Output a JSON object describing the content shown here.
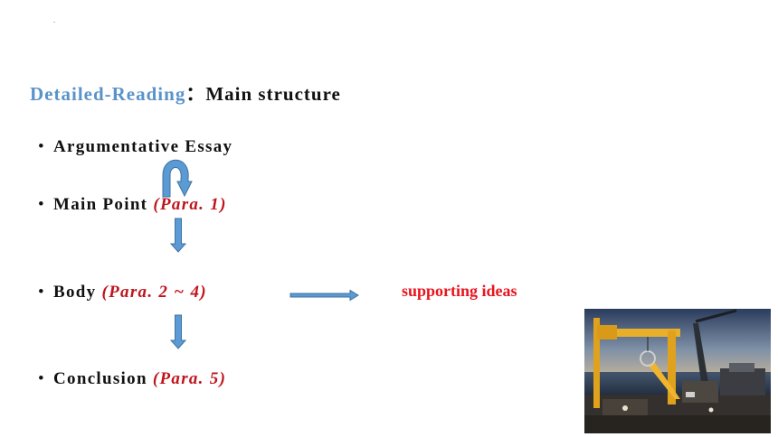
{
  "heading": {
    "highlight": "Detailed-Reading",
    "separator": "：",
    "rest": "Main structure"
  },
  "small_mark": ".",
  "bullet_glyph": "•",
  "items": [
    {
      "label": "Argumentative Essay",
      "para": ""
    },
    {
      "label": "Main Point ",
      "para": "(Para. 1)"
    },
    {
      "label": "Body ",
      "para": "(Para. 2 ~ 4)"
    },
    {
      "label": "Conclusion ",
      "para": "(Para. 5)"
    }
  ],
  "supporting_label": "supporting ideas",
  "colors": {
    "heading_highlight": "#5b93c9",
    "para_ref": "#c0141c",
    "supporting": "#e8141e",
    "arrow_fill": "#5b9bd5",
    "arrow_stroke": "#41719c"
  },
  "photo": {
    "subject": "ship deck with yellow A-frame crane and ocean at dusk"
  }
}
